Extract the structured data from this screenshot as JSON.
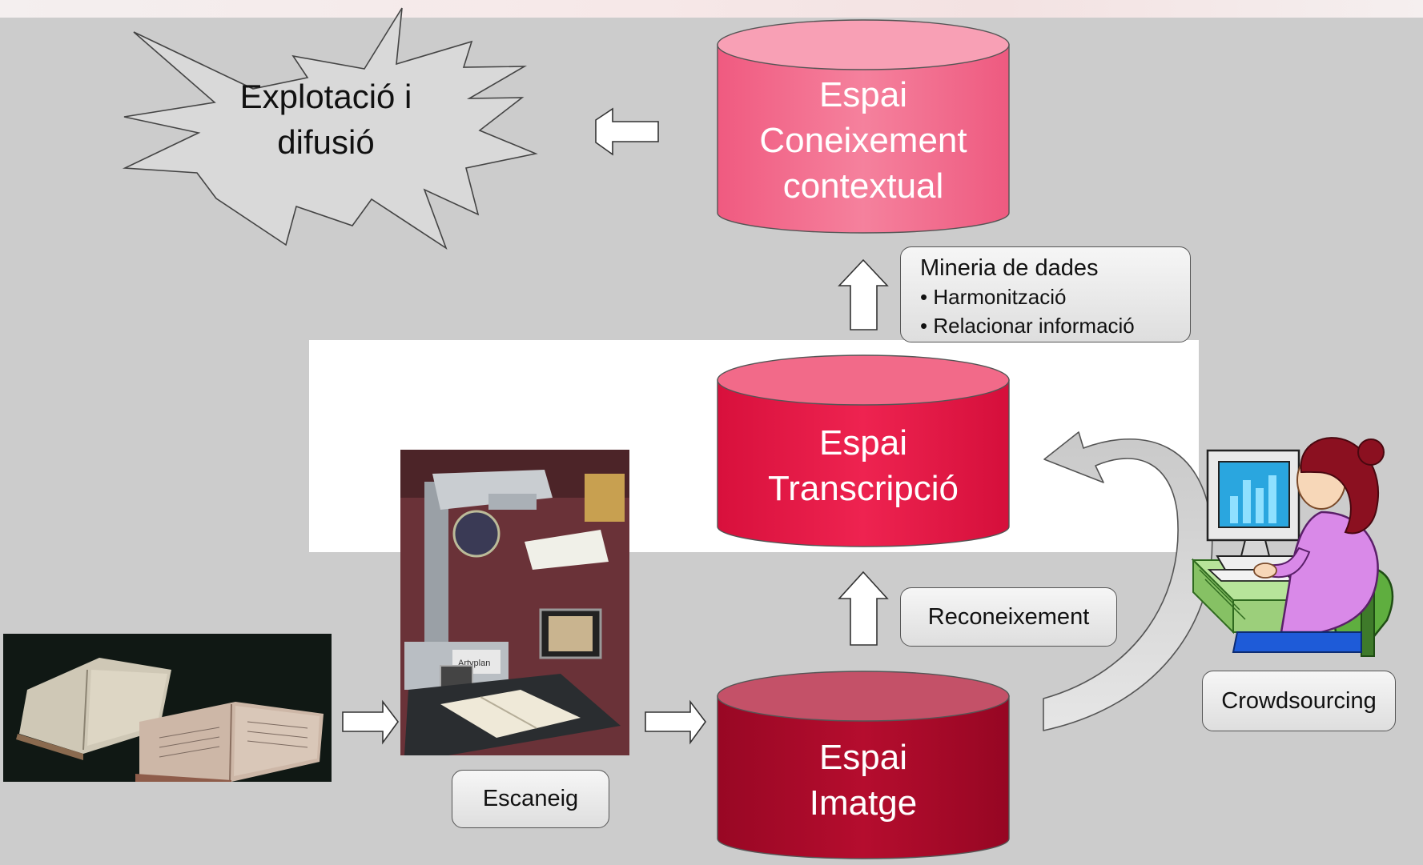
{
  "colors": {
    "background": "#cccccc",
    "highlight_band": "#ffffff",
    "context_cylinder": "#f06a8c",
    "transcription_cylinder": "#e11744",
    "image_cylinder": "#a80a28",
    "label_box_fill": "#e8e8e8",
    "arrow_fill": "#ffffff"
  },
  "burst": {
    "line1": "Explotació i",
    "line2": "difusió"
  },
  "cylinders": {
    "context": {
      "line1": "Espai",
      "line2": "Coneixement",
      "line3": "contextual"
    },
    "transcription": {
      "line1": "Espai",
      "line2": "Transcripció"
    },
    "image": {
      "line1": "Espai",
      "line2": "Imatge"
    }
  },
  "labels": {
    "mining": {
      "title": "Mineria de dades",
      "bullets": [
        "Harmonització",
        "Relacionar informació"
      ]
    },
    "recognition": "Reconeixement",
    "scanning": "Escaneig",
    "crowdsourcing": "Crowdsourcing"
  },
  "photos": {
    "books": "manuscript-books-photo",
    "scanner": "artyplan-scanner-photo",
    "scanner_brand": "Artyplan"
  },
  "icons": {
    "arrow_left": "left-arrow-icon",
    "arrow_up": "up-arrow-icon",
    "arrow_right": "right-arrow-icon",
    "curved_arrow": "curved-arrow-icon",
    "person": "person-at-computer-icon"
  }
}
